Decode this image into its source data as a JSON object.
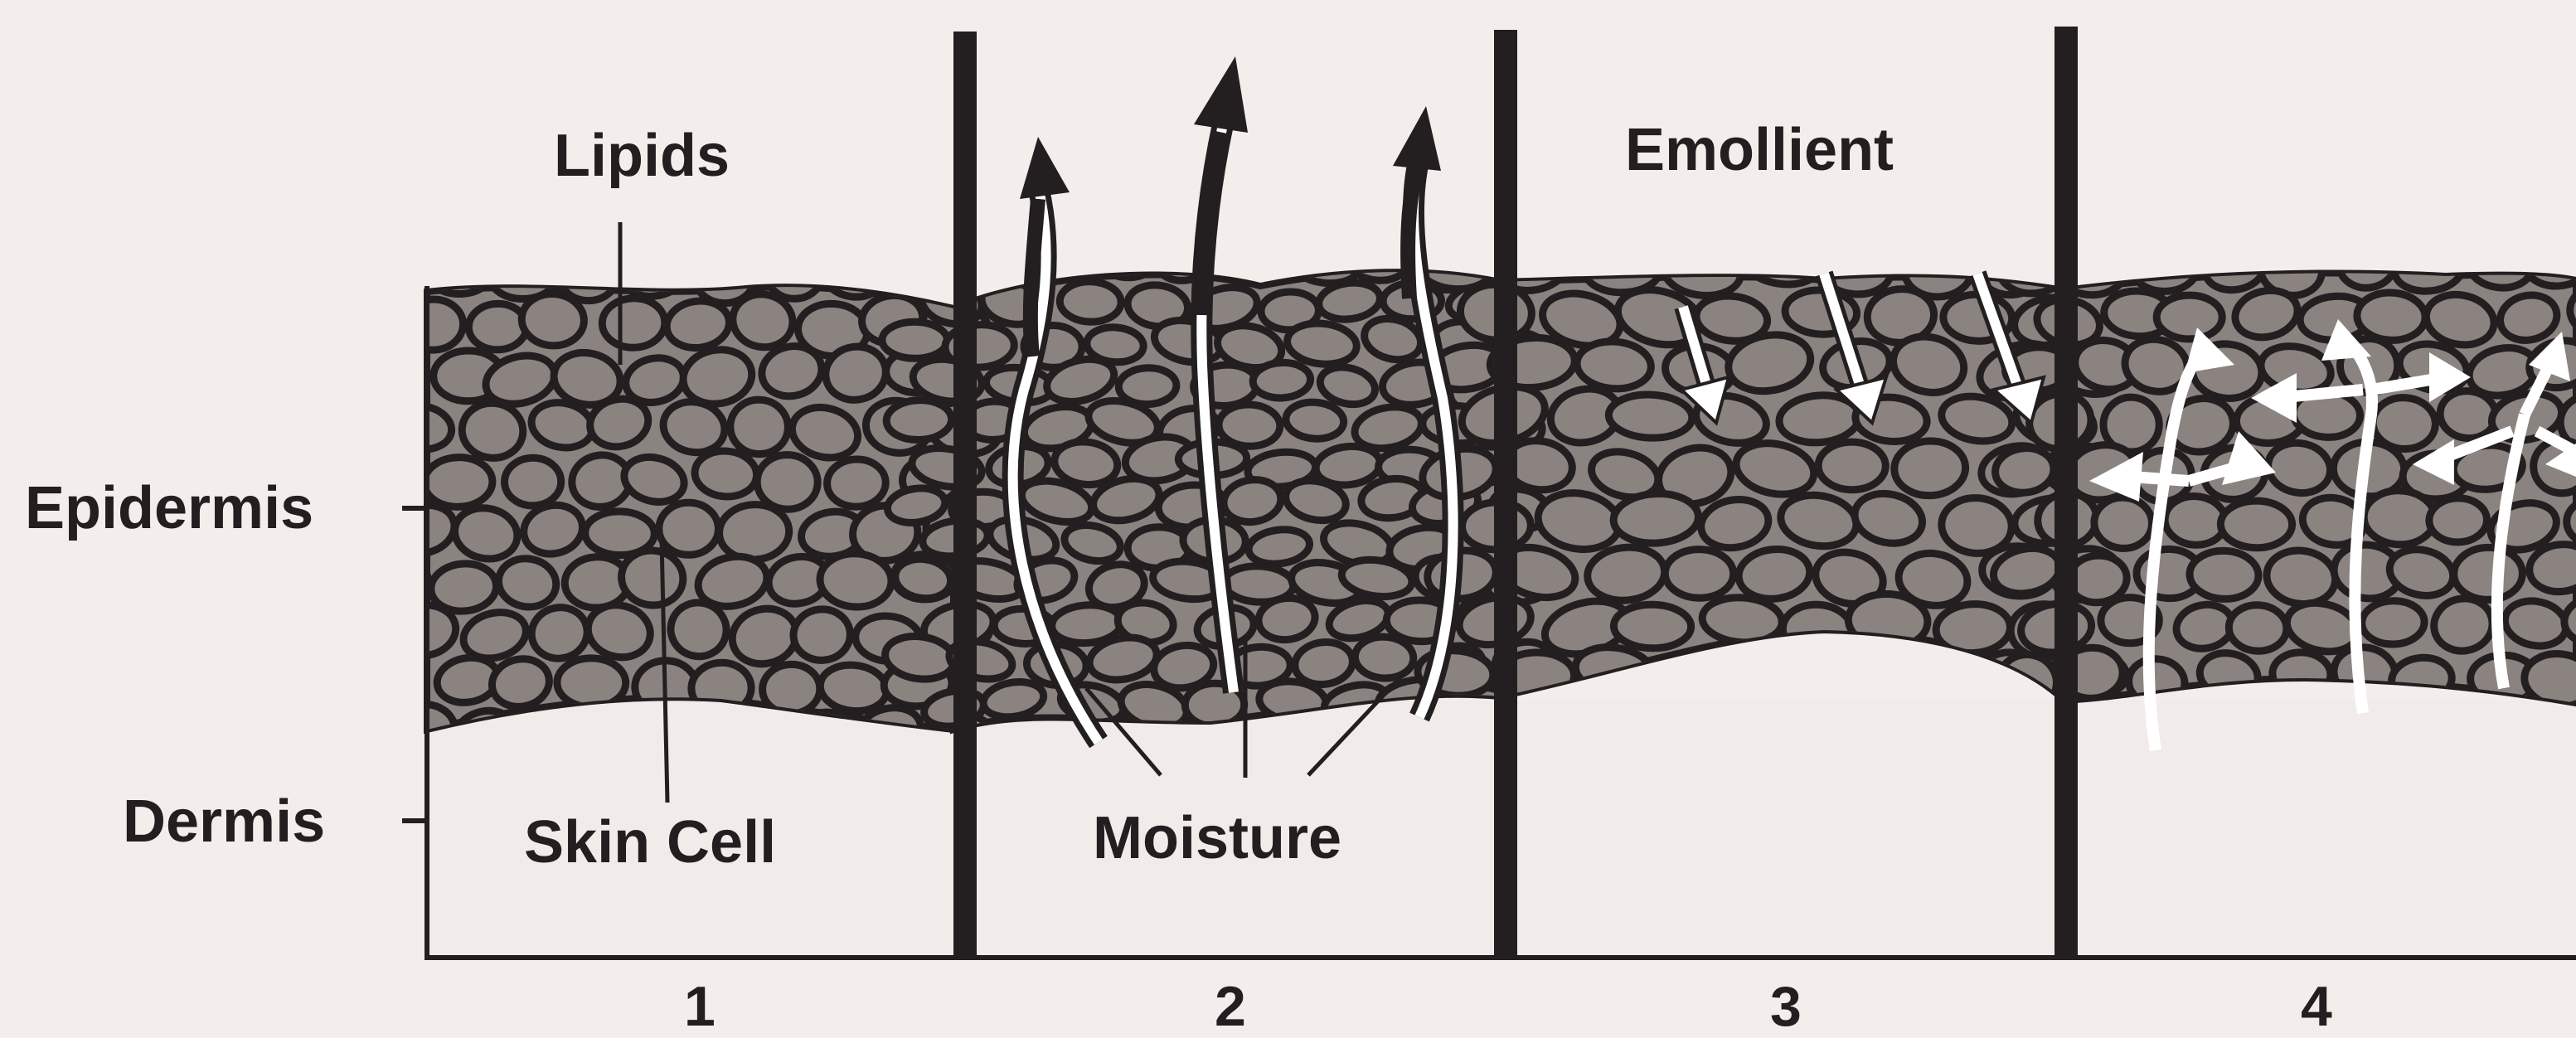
{
  "diagram": {
    "labels": {
      "lipids": "Lipids",
      "emollient": "Emollient",
      "epidermis": "Epidermis",
      "dermis": "Dermis",
      "skin_cell": "Skin Cell",
      "moisture": "Moisture"
    },
    "panels": [
      "1",
      "2",
      "3",
      "4"
    ],
    "colors": {
      "background": "#f3eeeb",
      "epidermis": "#8a8380",
      "cell_outline": "#231f20",
      "moisture": "#ffffff"
    }
  }
}
